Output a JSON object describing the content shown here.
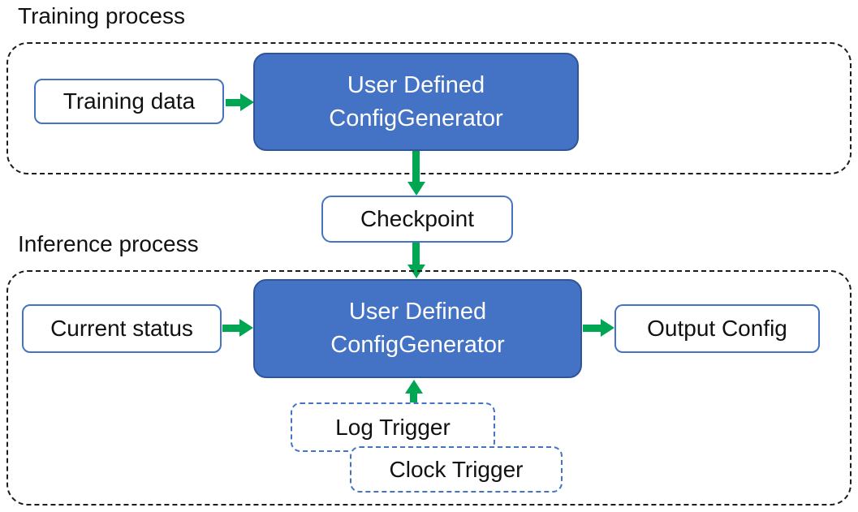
{
  "diagram": {
    "training": {
      "label": "Training process",
      "input_box": "Training data",
      "generator": {
        "line1": "User Defined",
        "line2": "ConfigGenerator"
      }
    },
    "checkpoint": "Checkpoint",
    "inference": {
      "label": "Inference process",
      "input_box": "Current status",
      "generator": {
        "line1": "User Defined",
        "line2": "ConfigGenerator"
      },
      "output_box": "Output Config",
      "triggers": [
        "Log Trigger",
        "Clock Trigger"
      ]
    },
    "colors": {
      "generator_fill": "#4472C4",
      "generator_border": "#2F5597",
      "box_border": "#4472C4",
      "arrow_green": "#00A651",
      "container_border": "#1c1c1c",
      "trigger_border": "#4472C4"
    }
  }
}
